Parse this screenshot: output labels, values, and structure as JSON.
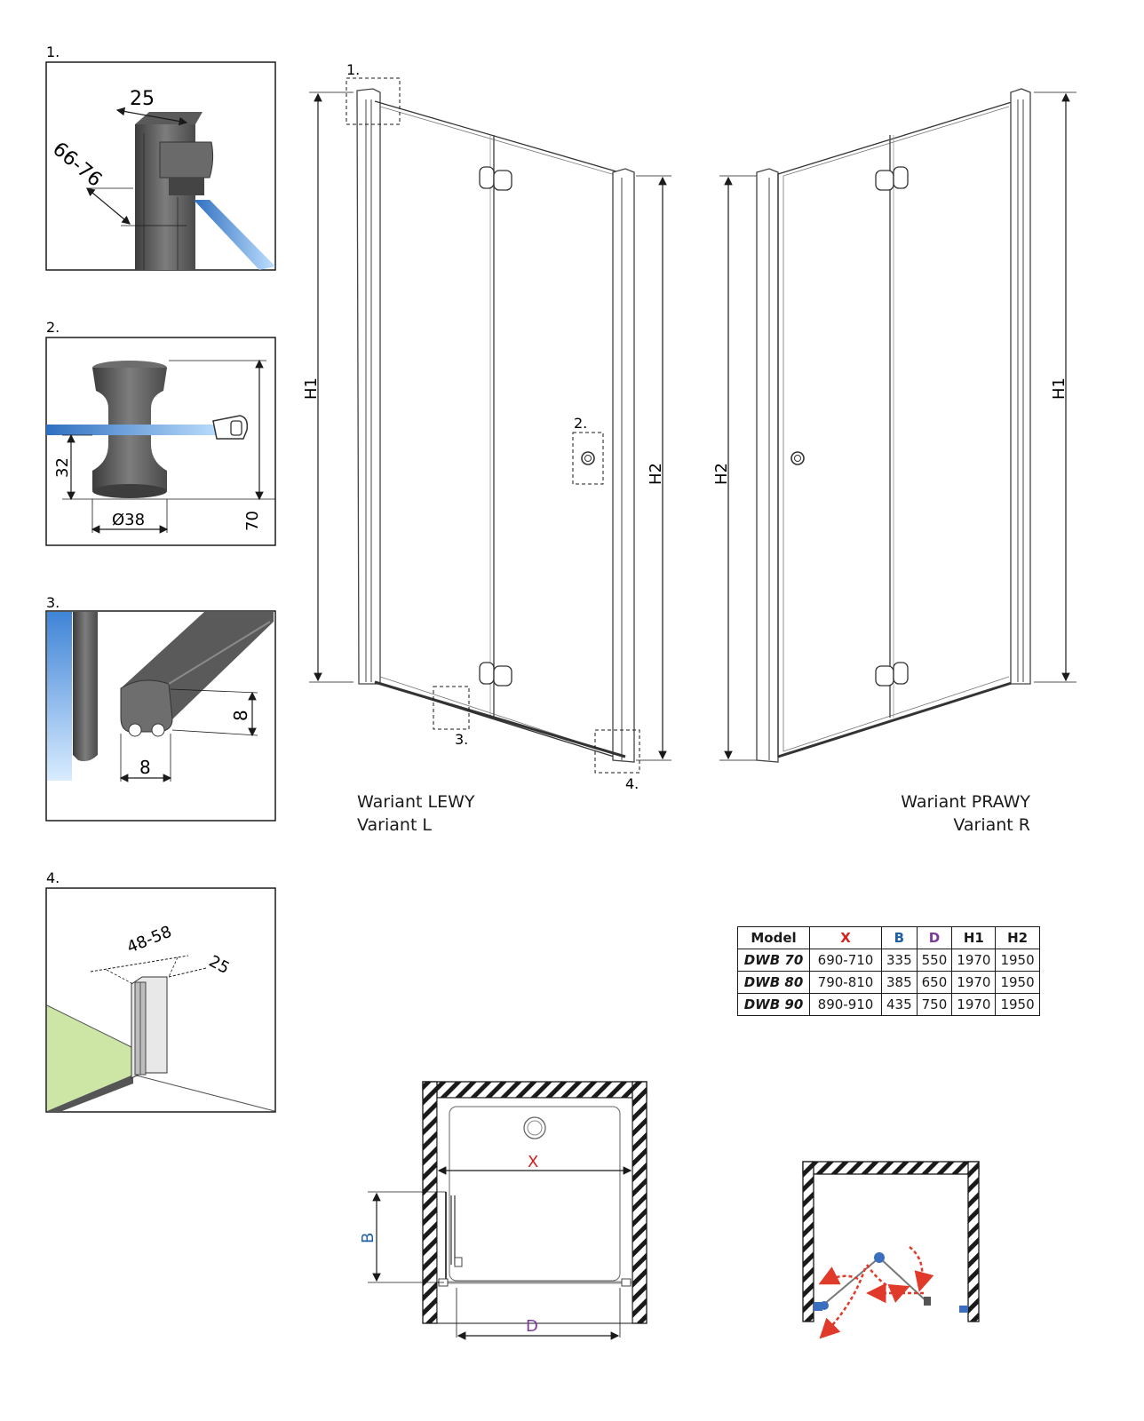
{
  "details": [
    {
      "number": "1.",
      "dims": [
        "25",
        "66-76"
      ]
    },
    {
      "number": "2.",
      "dims": [
        "32",
        "Ø38",
        "70"
      ]
    },
    {
      "number": "3.",
      "dims": [
        "8",
        "8"
      ]
    },
    {
      "number": "4.",
      "dims": [
        "48-58",
        "25"
      ]
    }
  ],
  "callouts": [
    "1.",
    "2.",
    "3.",
    "4."
  ],
  "elevation": {
    "h1": "H1",
    "h2": "H2"
  },
  "variants": {
    "left": [
      "Wariant LEWY",
      "Variant L"
    ],
    "right": [
      "Wariant PRAWY",
      "Variant R"
    ]
  },
  "table": {
    "headers": [
      "Model",
      "X",
      "B",
      "D",
      "H1",
      "H2"
    ],
    "header_colors": {
      "X": "#d42020",
      "B": "#1f5fa6",
      "D": "#7a3a9c"
    },
    "rows": [
      [
        "DWB 70",
        "690-710",
        "335",
        "550",
        "1970",
        "1950"
      ],
      [
        "DWB 80",
        "790-810",
        "385",
        "650",
        "1970",
        "1950"
      ],
      [
        "DWB 90",
        "890-910",
        "435",
        "750",
        "1970",
        "1950"
      ]
    ]
  },
  "plan": {
    "x": "X",
    "b": "B",
    "d": "D"
  },
  "colors": {
    "glass": "#4a8fd0",
    "wall_fill": "#cde6a6",
    "arrow": "#e03a2a",
    "hinge": "#3a6fc0",
    "profile": "#555555"
  }
}
